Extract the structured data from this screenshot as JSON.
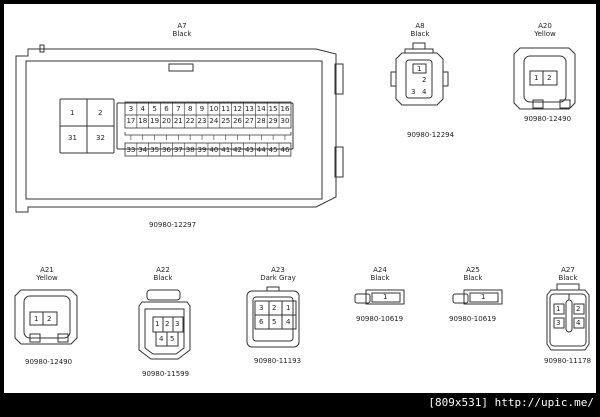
{
  "connectors": [
    {
      "id": "A7",
      "color": "Black",
      "part_number": "90980-12297"
    },
    {
      "id": "A8",
      "color": "Black",
      "part_number": "90980-12294"
    },
    {
      "id": "A20",
      "color": "Yellow",
      "part_number": "90980-12490"
    },
    {
      "id": "A21",
      "color": "Yellow",
      "part_number": "90980-12490"
    },
    {
      "id": "A22",
      "color": "Black",
      "part_number": "90980-11599"
    },
    {
      "id": "A23",
      "color": "Dark Gray",
      "part_number": "90980-11193"
    },
    {
      "id": "A24",
      "color": "Black",
      "part_number": "90980-10619"
    },
    {
      "id": "A25",
      "color": "Black",
      "part_number": "90980-10619"
    },
    {
      "id": "A27",
      "color": "Black",
      "part_number": "90980-11178"
    }
  ],
  "pins": {
    "A7": {
      "left_block": [
        "1",
        "2",
        "31",
        "32"
      ],
      "row1": [
        "3",
        "4",
        "5",
        "6",
        "7",
        "8",
        "9",
        "10",
        "11",
        "12",
        "13",
        "14",
        "15",
        "16"
      ],
      "row2": [
        "17",
        "18",
        "19",
        "20",
        "21",
        "22",
        "23",
        "24",
        "25",
        "26",
        "27",
        "28",
        "29",
        "30"
      ],
      "row3": [
        "33",
        "34",
        "35",
        "36",
        "37",
        "38",
        "39",
        "40",
        "41",
        "42",
        "43",
        "44",
        "45",
        "46"
      ]
    },
    "A8": [
      "1",
      "2",
      "3",
      "4"
    ],
    "A20": [
      "1",
      "2"
    ],
    "A21": [
      "1",
      "2"
    ],
    "A22": [
      "1",
      "2",
      "3",
      "4",
      "5"
    ],
    "A23": [
      "3",
      "2",
      "1",
      "6",
      "5",
      "4"
    ],
    "A24": [
      "1"
    ],
    "A25": [
      "1"
    ],
    "A27": [
      "1",
      "2",
      "3",
      "4"
    ]
  },
  "footer": {
    "text": "[809x531] http://upic.me/"
  }
}
